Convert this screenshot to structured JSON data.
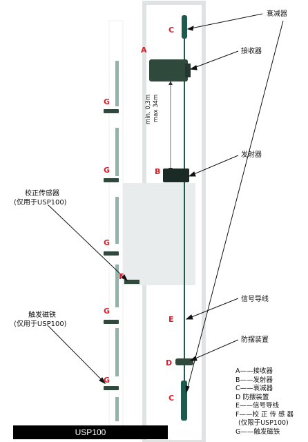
{
  "callouts": {
    "attenuator_top": "衰减器",
    "receiver": "接收器",
    "transmitter": "发射器",
    "calib_sensor_1": "校正传感器",
    "calib_sensor_2": "(仅用于USP100)",
    "trigger_magnet_1": "触发磁铁",
    "trigger_magnet_2": "(仅用于USP100)",
    "signal_cable": "信号导线",
    "guard_device": "防摆装置"
  },
  "letters": {
    "A": "A",
    "B": "B",
    "C_top": "C",
    "C_bottom": "C",
    "D": "D",
    "E": "E",
    "F": "F",
    "G1": "G",
    "G2": "G",
    "G3": "G",
    "G4": "G",
    "G5": "G"
  },
  "distance": {
    "min": "min. 0,3m",
    "max": "max 34m"
  },
  "legend": [
    "A——接收器",
    "B——发射器",
    "C——衰减器",
    "D  防摆装置",
    "E——信号导线",
    "F——校 正 传 感 器",
    "(仅限于USP100)",
    "G——触发磁铁"
  ],
  "footer": "USP100",
  "colors": {
    "letter_red": "#e21c2a",
    "rope_green": "#1f5a4f",
    "device_dark": "#2f4a3d",
    "rail_green": "#8fb4a9",
    "car_gray": "#e9ecec"
  }
}
